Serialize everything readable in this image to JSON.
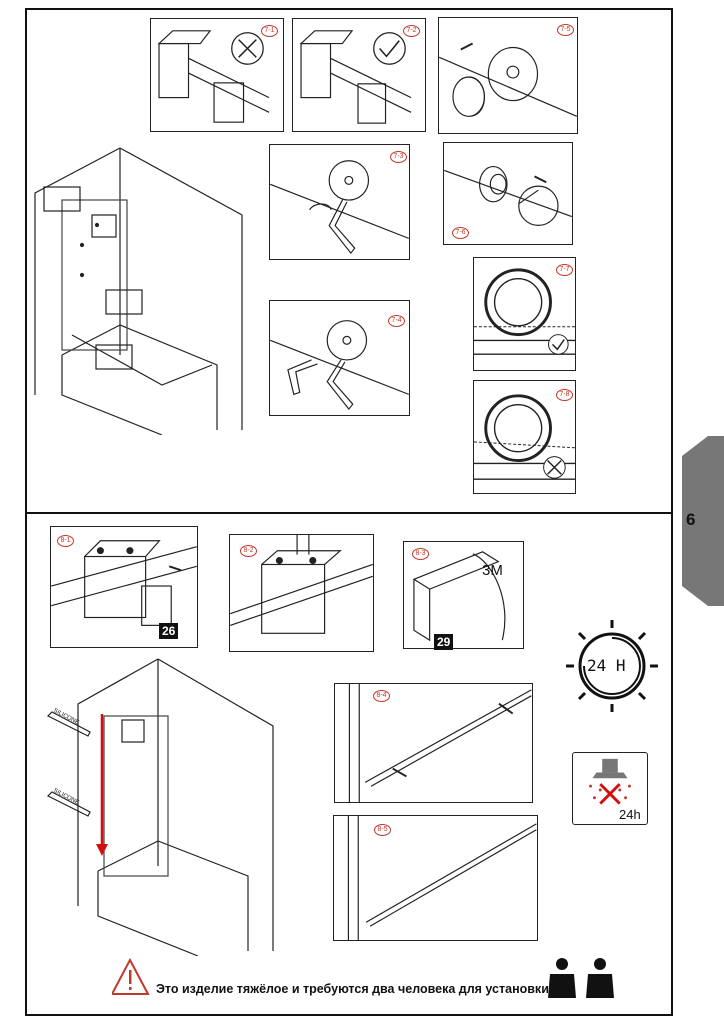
{
  "page": {
    "number": "6"
  },
  "section_7": {
    "steps": [
      {
        "id": "7-1",
        "verdict": "wrong"
      },
      {
        "id": "7-2",
        "verdict": "correct"
      },
      {
        "id": "7-5"
      },
      {
        "id": "7-3"
      },
      {
        "id": "7-6"
      },
      {
        "id": "7-4"
      },
      {
        "id": "7-7",
        "verdict": "correct"
      },
      {
        "id": "7-8",
        "verdict": "wrong"
      }
    ]
  },
  "section_8": {
    "steps": [
      {
        "id": "8-1",
        "part": "26"
      },
      {
        "id": "8-2"
      },
      {
        "id": "8-3",
        "part": "29",
        "tape_label": "3M"
      },
      {
        "id": "8-4"
      },
      {
        "id": "8-5"
      }
    ],
    "sealant_label": "SILICONE",
    "cure_time": "24 H",
    "no_water_time": "24h"
  },
  "warning": {
    "text": "Это изделие тяжёлое и требуются два человека для установки.",
    "icon": "warning-triangle-icon"
  },
  "colors": {
    "accent": "#c0392b",
    "tab": "#777777",
    "arrow": "#d01010"
  }
}
